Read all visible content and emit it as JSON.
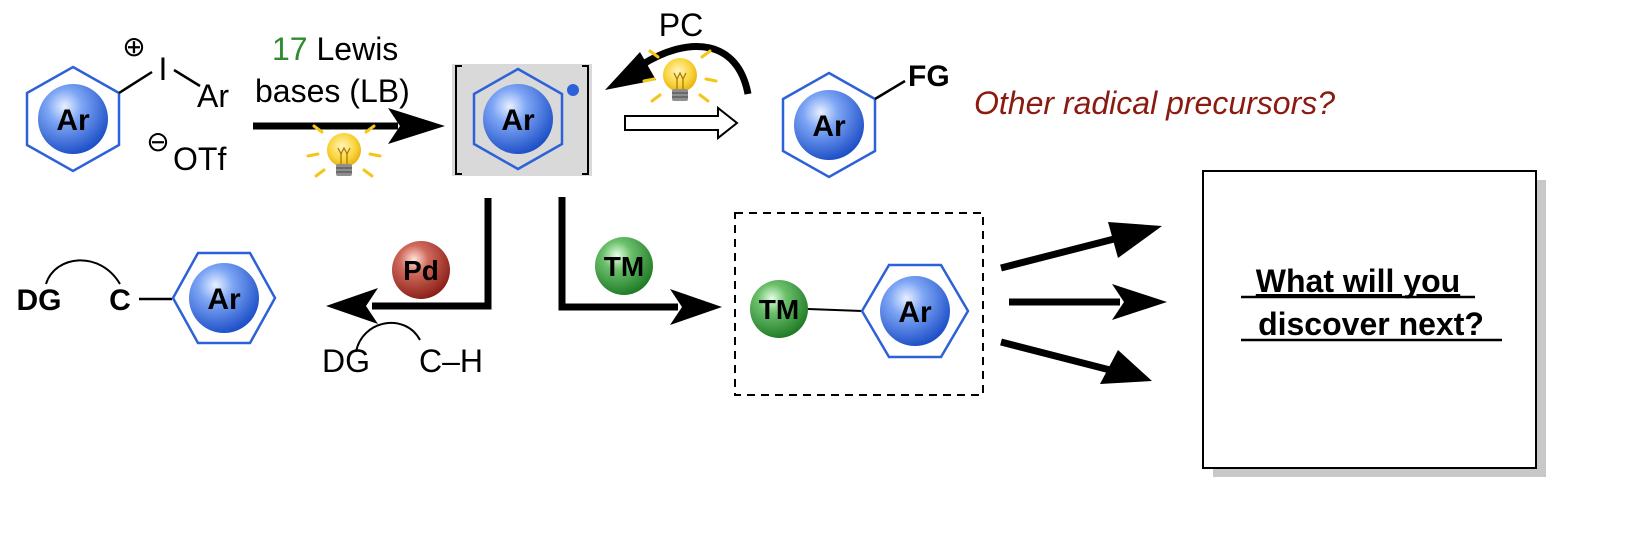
{
  "labels": {
    "iodonium_plus": "⊕",
    "iodonium_I": "I",
    "iodonium_Ar": "Ar",
    "triflate_minus": "⊖",
    "triflate": "OTf",
    "lewis_count": "17",
    "lewis_word": " Lewis",
    "lewis_line2": "bases (LB)",
    "pc": "PC",
    "fg": "FG",
    "other_precursors": "Other radical precursors?",
    "ar": "Ar",
    "pd": "Pd",
    "tm": "TM",
    "dg": "DG",
    "c": "C",
    "ch": "C–H",
    "discover_line1": "What will you",
    "discover_line2": "discover next?"
  },
  "colors": {
    "ring_blue": "#2d61d8",
    "ar_ball": "#2f6be0",
    "pd_ball": "#9c2a22",
    "tm_ball": "#2f8a34",
    "lewis_green": "#2e8b2e",
    "precursor_red": "#8b1a10",
    "bulb_yellow": "#f5c518",
    "radical_box": "#d9d9d9"
  },
  "icons": [
    "lightbulb-icon",
    "reaction-arrow-icon",
    "benzene-ring-icon"
  ]
}
